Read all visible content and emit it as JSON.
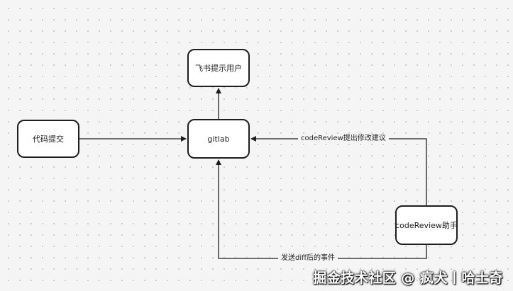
{
  "nodes": {
    "feishu": "飞书提示用户",
    "gitlab": "gitlab",
    "commit": "代码提交",
    "review_assistant": "codeReview助手"
  },
  "edges": {
    "review_to_gitlab_label": "codeReview提出修改建议",
    "gitlab_diff_label": "发送diff后的事件"
  },
  "watermark": "掘金技术社区 @ 疯犬丨哈士奇",
  "colors": {
    "background": "#f5f5f5",
    "stroke": "#1e1e1e",
    "node_fill": "#ffffff"
  }
}
